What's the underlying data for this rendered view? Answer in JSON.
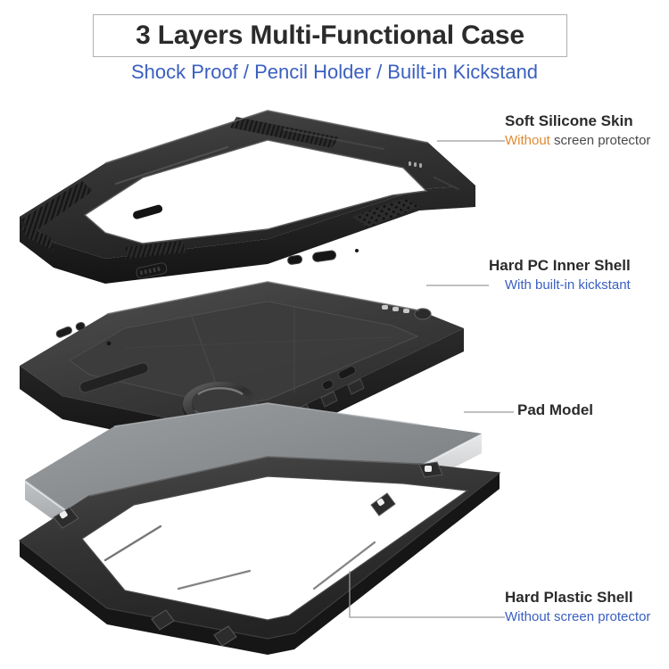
{
  "header": {
    "title": "3 Layers Multi-Functional Case",
    "subtitle": "Shock Proof / Pencil Holder / Built-in Kickstand"
  },
  "colors": {
    "title_text": "#2b2b2b",
    "subtitle_blue": "#3a5fc0",
    "accent_orange": "#e08a33",
    "leader_line": "#9a9a9a",
    "background": "#ffffff",
    "case_black": "#2e2e2e",
    "tablet_gray": "#8a8d90"
  },
  "callouts": [
    {
      "id": "soft-silicone-skin",
      "label": "Soft Silicone Skin",
      "sub_prefix": "Without",
      "sub_rest": " screen protector",
      "sub_style": "orange-gray"
    },
    {
      "id": "hard-pc-inner-shell",
      "label": "Hard PC Inner Shell",
      "sub_prefix": "",
      "sub_rest": "With built-in kickstant",
      "sub_style": "blue"
    },
    {
      "id": "pad-model",
      "label": "Pad Model",
      "sub_prefix": "",
      "sub_rest": "",
      "sub_style": "none"
    },
    {
      "id": "hard-plastic-shell",
      "label": "Hard Plastic Shell",
      "sub_prefix": "",
      "sub_rest": "Without screen protector",
      "sub_style": "blue"
    }
  ],
  "layers": [
    {
      "id": "layer-silicone-skin",
      "name": "Soft Silicone Skin"
    },
    {
      "id": "layer-pc-inner-shell",
      "name": "Hard PC Inner Shell"
    },
    {
      "id": "layer-tablet",
      "name": "Pad Model"
    },
    {
      "id": "layer-plastic-shell",
      "name": "Hard Plastic Shell"
    }
  ]
}
